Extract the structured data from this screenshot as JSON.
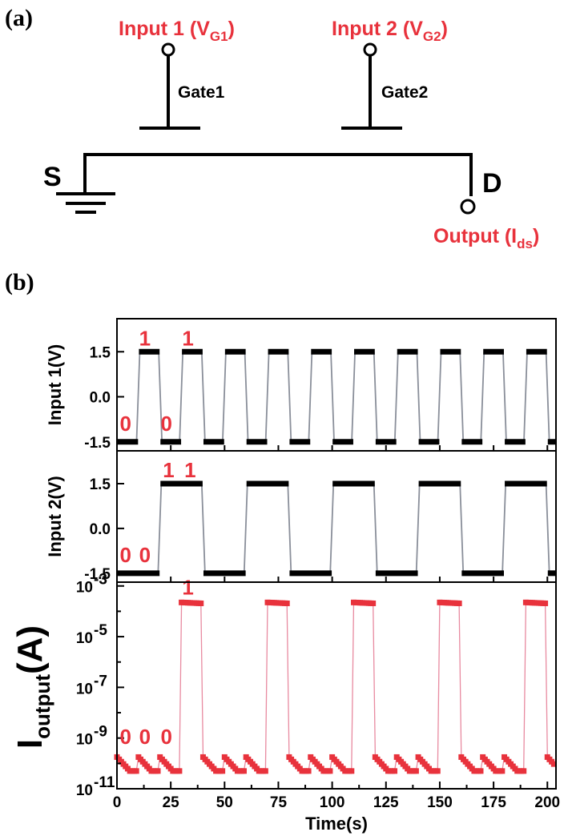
{
  "panels": {
    "a_label": "(a)",
    "b_label": "(b)"
  },
  "circuit": {
    "input1": {
      "prefix": "Input 1 (V",
      "sub": "G1",
      "suffix": ")"
    },
    "input2": {
      "prefix": "Input 2 (V",
      "sub": "G2",
      "suffix": ")"
    },
    "gate1": "Gate1",
    "gate2": "Gate2",
    "source": "S",
    "drain": "D",
    "output": {
      "prefix": "Output (I",
      "sub": "ds",
      "suffix": ")"
    }
  },
  "colors": {
    "red": "#e8323c",
    "pink_line": "#e88aa0",
    "grey_line": "#8a8f9a",
    "black": "#000000"
  },
  "chart_data": [
    {
      "type": "line",
      "ylabel": "Input 1(V)",
      "xlim": [
        0,
        204
      ],
      "ylim": [
        -1.8,
        2.6
      ],
      "yticks": [
        1.5,
        0.0,
        -1.5
      ],
      "ytick_labels": [
        "1.5",
        "0.0",
        "-1.5"
      ],
      "period": 20,
      "high": 1.5,
      "low": -1.5,
      "high_segments": [
        [
          10,
          20
        ],
        [
          30,
          40
        ],
        [
          50,
          60
        ],
        [
          70,
          80
        ],
        [
          90,
          100
        ],
        [
          110,
          120
        ],
        [
          130,
          140
        ],
        [
          150,
          160
        ],
        [
          170,
          180
        ],
        [
          190,
          200
        ]
      ],
      "low_segments": [
        [
          0,
          10
        ],
        [
          20,
          30
        ],
        [
          40,
          50
        ],
        [
          60,
          70
        ],
        [
          80,
          90
        ],
        [
          100,
          110
        ],
        [
          120,
          130
        ],
        [
          140,
          150
        ],
        [
          160,
          170
        ],
        [
          180,
          190
        ],
        [
          200,
          204
        ]
      ],
      "annotations": [
        {
          "text": "1",
          "x": 13,
          "y": 1.5
        },
        {
          "text": "1",
          "x": 33,
          "y": 1.5
        },
        {
          "text": "0",
          "x": 4,
          "y": -1.5
        },
        {
          "text": "0",
          "x": 23,
          "y": -1.5
        }
      ]
    },
    {
      "type": "line",
      "ylabel": "Input 2(V)",
      "xlim": [
        0,
        204
      ],
      "ylim": [
        -1.8,
        2.6
      ],
      "yticks": [
        1.5,
        0.0,
        -1.5
      ],
      "ytick_labels": [
        "1.5",
        "0.0",
        "-1.5"
      ],
      "high": 1.5,
      "low": -1.5,
      "high_segments": [
        [
          20,
          40
        ],
        [
          60,
          80
        ],
        [
          100,
          120
        ],
        [
          140,
          160
        ],
        [
          180,
          200
        ]
      ],
      "low_segments": [
        [
          0,
          20
        ],
        [
          40,
          60
        ],
        [
          80,
          100
        ],
        [
          120,
          140
        ],
        [
          160,
          180
        ],
        [
          200,
          204
        ]
      ],
      "annotations": [
        {
          "text": "1",
          "x": 24,
          "y": 1.5
        },
        {
          "text": "1",
          "x": 34,
          "y": 1.5
        },
        {
          "text": "0",
          "x": 4,
          "y": -1.5
        },
        {
          "text": "0",
          "x": 13,
          "y": -1.5
        }
      ]
    },
    {
      "type": "scatter",
      "ylabel_main": "I",
      "ylabel_sub": "output",
      "ylabel_suffix": "(A)",
      "xlabel": "Time(s)",
      "yscale": "log",
      "xlim": [
        0,
        204
      ],
      "ylim_exp": [
        -11,
        -2.85
      ],
      "yticks_exp": [
        -3,
        -5,
        -7,
        -9,
        -11
      ],
      "ytick_labels": [
        {
          "base": "10",
          "exp": "-3"
        },
        {
          "base": "10",
          "exp": "-5"
        },
        {
          "base": "10",
          "exp": "-7"
        },
        {
          "base": "10",
          "exp": "-9"
        },
        {
          "base": "10",
          "exp": "-11"
        }
      ],
      "xticks": [
        0,
        25,
        50,
        75,
        100,
        125,
        150,
        175,
        200
      ],
      "xtick_labels": [
        "0",
        "25",
        "50",
        "75",
        "100",
        "125",
        "150",
        "175",
        "200"
      ],
      "on_windows": [
        [
          30,
          40
        ],
        [
          70,
          80
        ],
        [
          110,
          120
        ],
        [
          150,
          160
        ],
        [
          190,
          200
        ]
      ],
      "on_level_exp": -3.65,
      "off_level_exp": -10.05,
      "off_floor_exp": -10.3,
      "spike_times": [
        0,
        10,
        20,
        40,
        50,
        60,
        80,
        90,
        100,
        120,
        130,
        140,
        160,
        170,
        180,
        200
      ],
      "spike_peak_exp": -9.75,
      "annotations": [
        {
          "text": "1",
          "x": 33,
          "y_exp": -3.65
        },
        {
          "text": "0",
          "x": 4,
          "y_exp": -9.55
        },
        {
          "text": "0",
          "x": 13,
          "y_exp": -9.55
        },
        {
          "text": "0",
          "x": 23,
          "y_exp": -9.55
        }
      ]
    }
  ]
}
